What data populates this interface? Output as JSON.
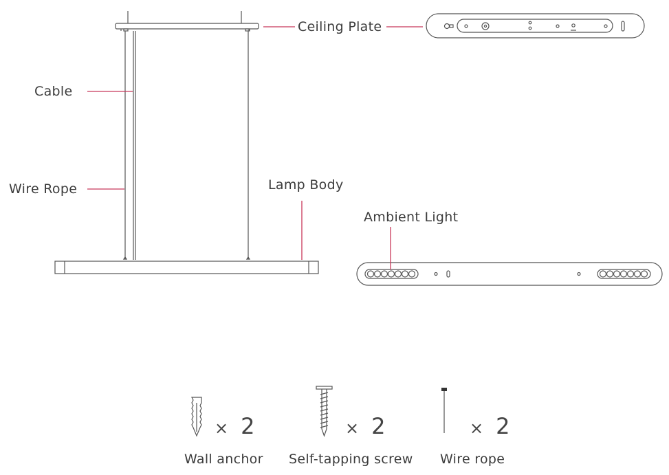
{
  "labels": {
    "ceiling_plate": "Ceiling Plate",
    "cable": "Cable",
    "wire_rope": "Wire Rope",
    "lamp_body": "Lamp Body",
    "ambient_light": "Ambient Light"
  },
  "accessories": [
    {
      "name": "Wall anchor",
      "times": "×",
      "quantity": "2",
      "icon": "wall-anchor-icon"
    },
    {
      "name": "Self-tapping screw",
      "times": "×",
      "quantity": "2",
      "icon": "screw-icon"
    },
    {
      "name": "Wire rope",
      "times": "×",
      "quantity": "2",
      "icon": "wire-rope-icon"
    }
  ],
  "colors": {
    "leader": "#c8385a",
    "outline": "#555555"
  }
}
